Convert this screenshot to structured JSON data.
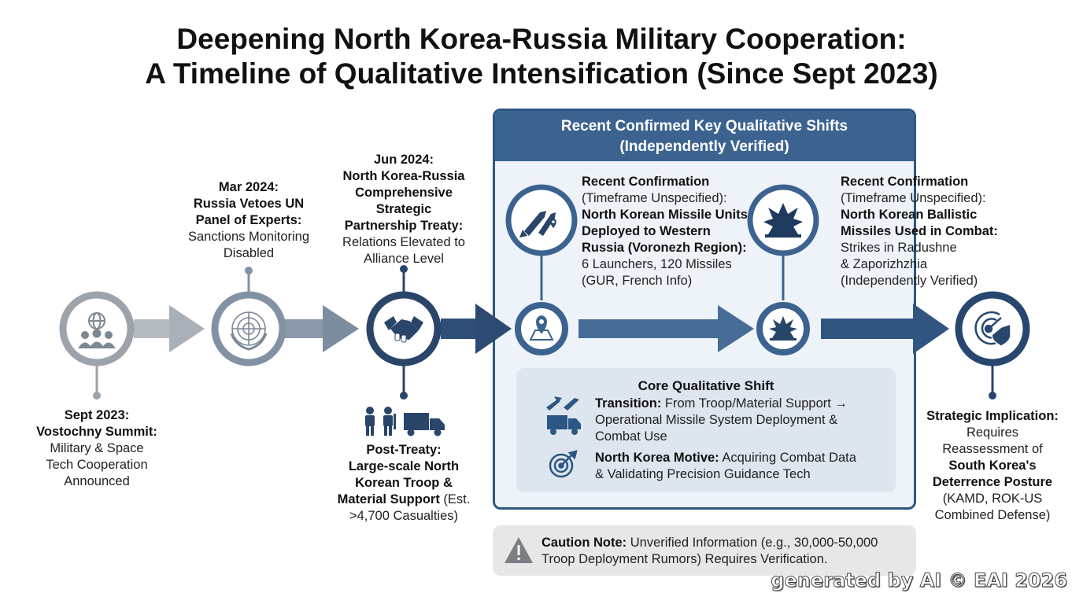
{
  "title": {
    "line1": "Deepening North Korea-Russia Military Cooperation:",
    "line2": "A Timeline of Qualitative Intensification (Since Sept 2023)"
  },
  "events": {
    "sep2023": {
      "l1": "Sept 2023:",
      "l2": "Vostochny Summit:",
      "l3": "Military & Space",
      "l4": "Tech Cooperation",
      "l5": "Announced"
    },
    "mar2024": {
      "l1": "Mar 2024:",
      "l2": "Russia Vetoes UN",
      "l3": "Panel of Experts:",
      "l4": "Sanctions Monitoring",
      "l5": "Disabled"
    },
    "jun2024": {
      "l1": "Jun 2024:",
      "l2": "North Korea-Russia",
      "l3": "Comprehensive",
      "l4": "Strategic",
      "l5": "Partnership Treaty:",
      "l6": "Relations Elevated to",
      "l7": "Alliance Level"
    },
    "post_treaty": {
      "l1": "Post-Treaty:",
      "l2": "Large-scale North",
      "l3": "Korean Troop &",
      "l4": "Material Support",
      "l4b": " (Est.",
      "l5": ">4,700 Casualties)"
    },
    "strategic": {
      "l1": "Strategic Implication:",
      "l2": "Requires",
      "l3": "Reassessment of",
      "l4": "South Korea's",
      "l5": "Deterrence Posture",
      "l6": "(KAMD, ROK-US",
      "l7": "Combined Defense)"
    }
  },
  "panel": {
    "title1": "Recent Confirmed Key Qualitative Shifts",
    "title2": "(Independently Verified)",
    "deploy": {
      "l1": "Recent Confirmation",
      "l2": "(Timeframe Unspecified):",
      "l3": "North Korean Missile Units",
      "l4": "Deployed to Western",
      "l5": "Russia (Voronezh Region):",
      "l6": "6 Launchers, 120 Missiles",
      "l7": "(GUR, French Info)"
    },
    "combat": {
      "l1": "Recent Confirmation",
      "l2": "(Timeframe Unspecified):",
      "l3": "North Korean Ballistic",
      "l4": "Missiles Used in Combat:",
      "l5": "Strikes in Radushne",
      "l6": "& Zaporizhzhia",
      "l7": "(Independently Verified)"
    },
    "core": {
      "title": "Core Qualitative Shift",
      "transition_label": "Transition:",
      "transition_l1": " From Troop/Material Support →",
      "transition_l2": "Operational Missile System Deployment &",
      "transition_l3": "Combat Use",
      "motive_label": "North Korea Motive:",
      "motive_l1": " Acquiring Combat Data",
      "motive_l2": "& Validating Precision Guidance Tech"
    }
  },
  "caution": {
    "label": "Caution Note:",
    "l1": " Unverified Information (e.g., 30,000-50,000",
    "l2": "Troop Deployment Rumors) Requires Verification."
  },
  "watermark": "generated by AI © EAI 2026",
  "icons": [
    "globe-people-icon",
    "un-emblem-icon",
    "handshake-icon",
    "map-pin-icon",
    "explosion-icon",
    "radar-shield-icon",
    "missile-icon",
    "soldiers-icon",
    "truck-icon",
    "target-icon",
    "warning-icon"
  ],
  "colors": {
    "gray": "#9ca3ab",
    "slate": "#6e8196",
    "navy": "#27476f",
    "accent": "#2c5684",
    "panel_bg": "#eef3f9"
  }
}
